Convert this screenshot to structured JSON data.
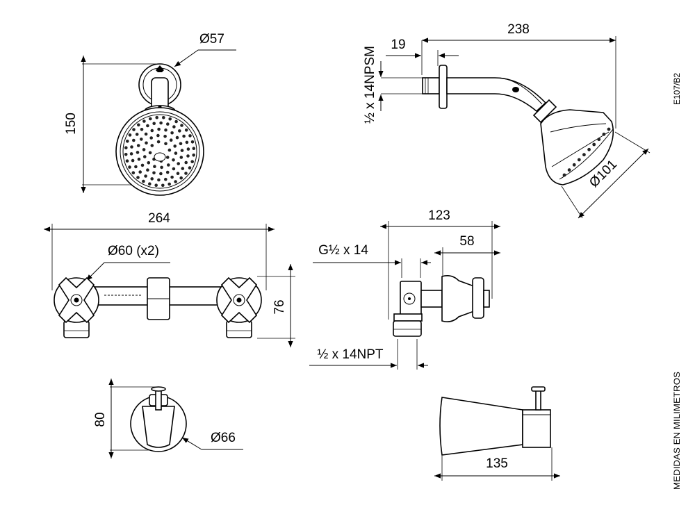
{
  "labels": {
    "head_diameter": "Ø57",
    "head_height": "150",
    "arm_length": "238",
    "thread_depth": "19",
    "npsm_thread": "½ x 14NPSM",
    "spray_diameter": "Ø101",
    "mixer_width": "264",
    "handle_diameter": "Ø60 (x2)",
    "mixer_height": "76",
    "mixer_depth": "123",
    "handle_depth": "58",
    "g_thread": "G½ x 14",
    "npt_thread": "½ x 14NPT",
    "spout_height": "80",
    "spout_flange": "Ø66",
    "spout_length": "135",
    "drawing_code": "E107/B2",
    "units_note": "MEDIDAS EN MILIMETROS"
  }
}
